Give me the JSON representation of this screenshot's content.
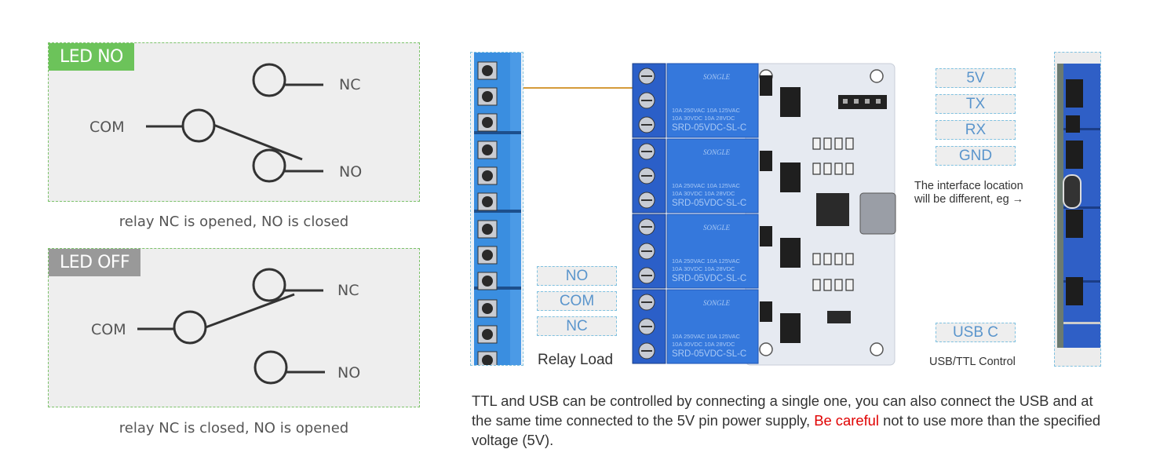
{
  "panels": [
    {
      "tag": "LED NO",
      "tag_color": "#6cc35a",
      "caption": "relay NC is opened, NO is closed",
      "labels": {
        "com": "COM",
        "nc": "NC",
        "no": "NO"
      },
      "switch_position": "NO"
    },
    {
      "tag": "LED OFF",
      "tag_color": "#999999",
      "caption": "relay NC is closed, NO is opened",
      "labels": {
        "com": "COM",
        "nc": "NC",
        "no": "NO"
      },
      "switch_position": "NC"
    }
  ],
  "relay_load": {
    "pins": [
      "NO",
      "COM",
      "NC"
    ],
    "label": "Relay Load"
  },
  "relays": [
    {
      "brand": "SONGLE",
      "rating1": "10A 250VAC  10A 125VAC",
      "rating2": "10A  30VDC  10A  28VDC",
      "model": "SRD-05VDC-SL-C"
    },
    {
      "brand": "SONGLE",
      "rating1": "10A 250VAC  10A 125VAC",
      "rating2": "10A  30VDC  10A  28VDC",
      "model": "SRD-05VDC-SL-C"
    },
    {
      "brand": "SONGLE",
      "rating1": "10A 250VAC  10A 125VAC",
      "rating2": "10A  30VDC  10A  28VDC",
      "model": "SRD-05VDC-SL-C"
    },
    {
      "brand": "SONGLE",
      "rating1": "10A 250VAC  10A 125VAC",
      "rating2": "10A  30VDC  10A  28VDC",
      "model": "SRD-05VDC-SL-C"
    }
  ],
  "control": {
    "ttl_pins": [
      "5V",
      "TX",
      "RX",
      "GND"
    ],
    "note_line1": "The interface location",
    "note_line2": "will be different, eg →",
    "usb_pin": "USB C",
    "label": "USB/TTL Control"
  },
  "description": {
    "part1": "TTL and USB can be controlled by connecting a single one, you can also connect the USB and at the same time connected to the 5V pin power supply, ",
    "warning": "Be careful",
    "part2": " not to use more than the specified voltage (5V).",
    "warning_color": "#e00000"
  },
  "colors": {
    "relay_blue": "#2f6fd6",
    "terminal_blue": "#2c62c9",
    "pcb_white": "#e8ecf2",
    "accent_blue_label": "#5a95cc"
  }
}
